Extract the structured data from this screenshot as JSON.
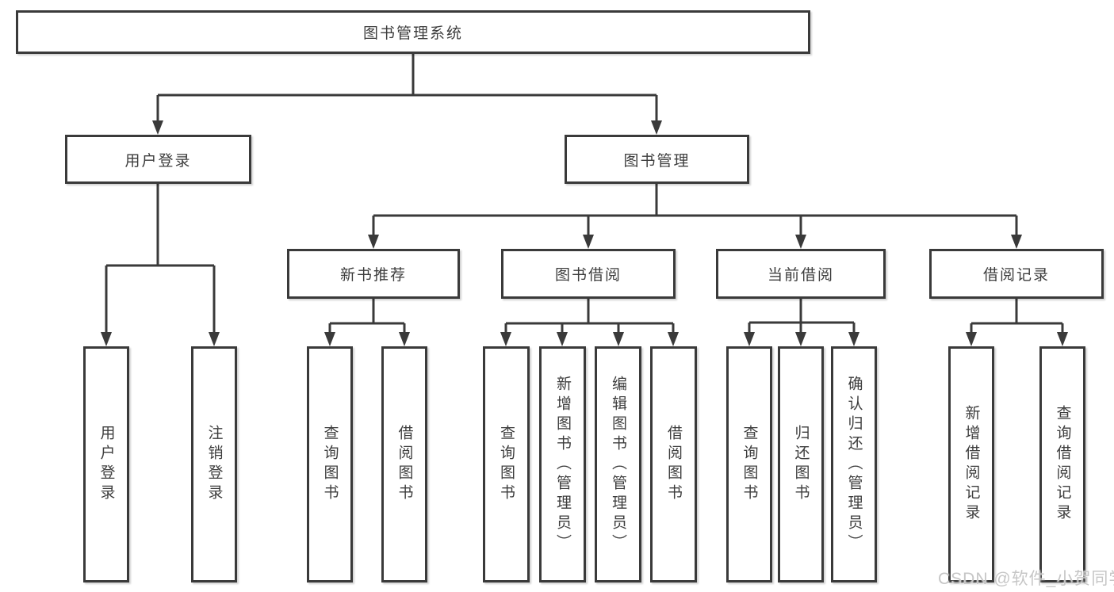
{
  "diagram": {
    "title": "图书管理系统",
    "watermark": "CSDN @软件_小贺同学",
    "colors": {
      "line": "#3a3a3a",
      "text": "#3d3d3d",
      "watermark": "#c6c6c6",
      "background": "#ffffff"
    },
    "nodes": {
      "root": "图书管理系统",
      "login_branch": "用户登录",
      "mgmt_branch": "图书管理",
      "login_user": "用户登录",
      "login_logout": "注销登录",
      "rec": "新书推荐",
      "borrow": "图书借阅",
      "current": "当前借阅",
      "records": "借阅记录",
      "rec_query": "查询图书",
      "rec_borrow": "借阅图书",
      "borrow_query": "查询图书",
      "borrow_add": "新增图书（管理员）",
      "borrow_edit": "编辑图书（管理员）",
      "borrow_borrow": "借阅图书",
      "current_query": "查询图书",
      "current_return": "归还图书",
      "current_confirm": "确认归还（管理员）",
      "records_add": "新增借阅记录",
      "records_query": "查询借阅记录"
    },
    "structure": {
      "图书管理系统": {
        "用户登录": [
          "用户登录",
          "注销登录"
        ],
        "图书管理": {
          "新书推荐": [
            "查询图书",
            "借阅图书"
          ],
          "图书借阅": [
            "查询图书",
            "新增图书（管理员）",
            "编辑图书（管理员）",
            "借阅图书"
          ],
          "当前借阅": [
            "查询图书",
            "归还图书",
            "确认归还（管理员）"
          ],
          "借阅记录": [
            "新增借阅记录",
            "查询借阅记录"
          ]
        }
      }
    }
  }
}
